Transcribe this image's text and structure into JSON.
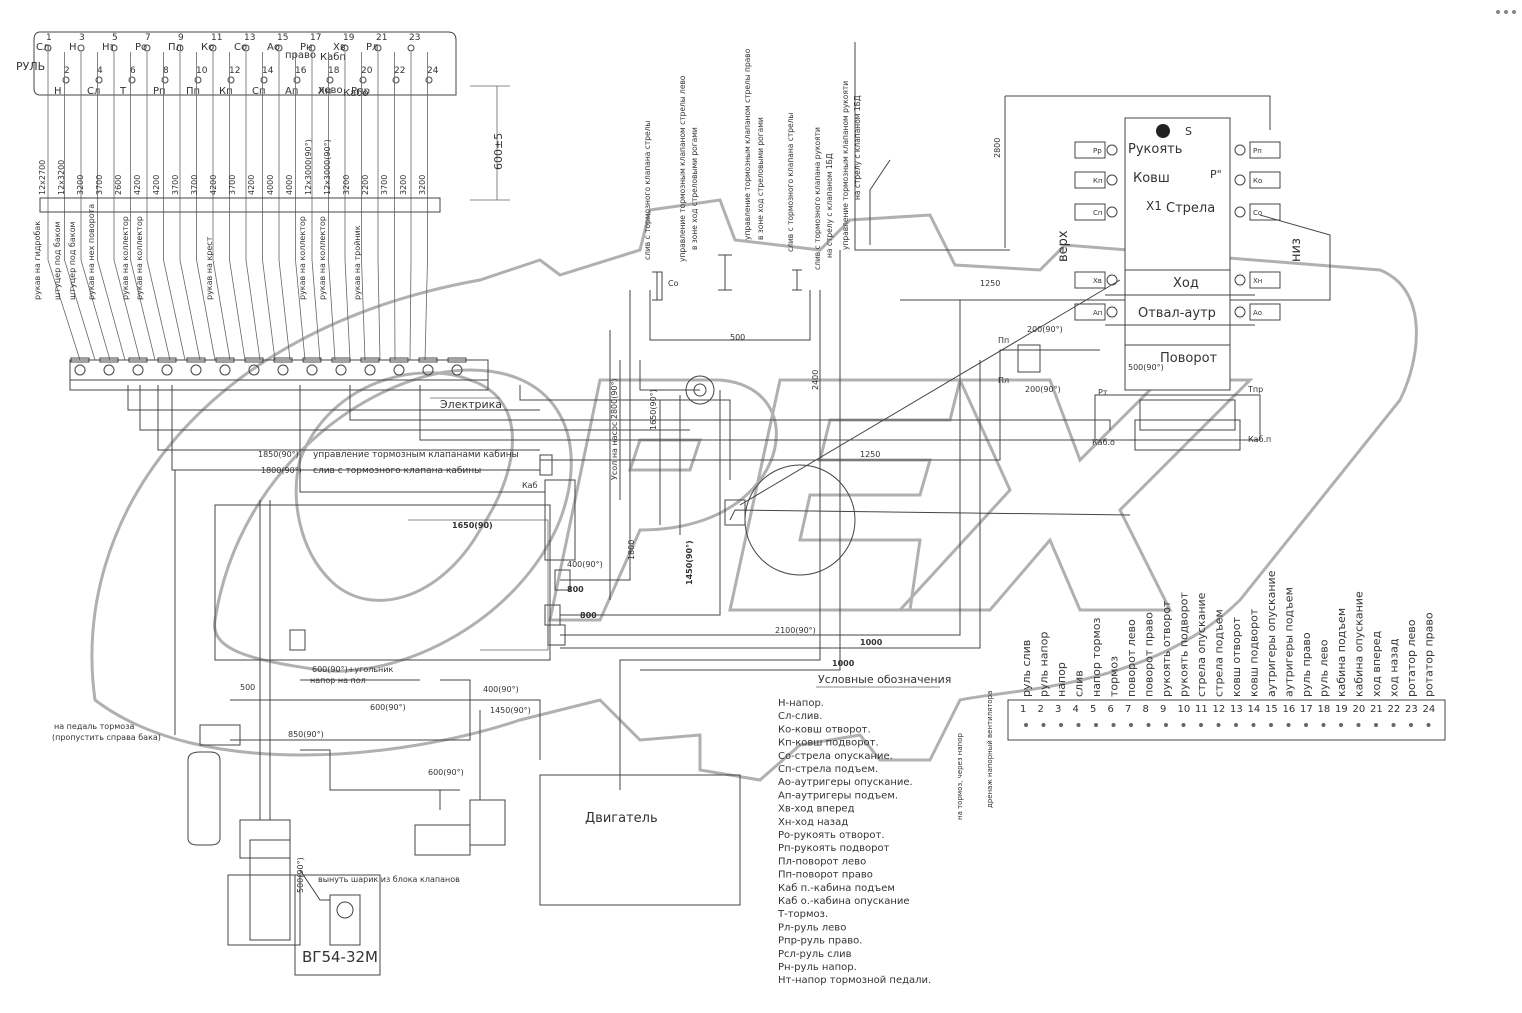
{
  "header": {
    "top_letters": [
      "Сл",
      "Н",
      "Нт",
      "Ро",
      "Пл",
      "Ко",
      "Со",
      "Ао",
      "Рн",
      "Хв",
      "Рл"
    ],
    "bottom_letters": [
      "Н",
      "Сл",
      "Т",
      "Рп",
      "Пп",
      "Кп",
      "Сп",
      "Ап",
      "Хн",
      "Рпр"
    ],
    "label_rul": "РУЛЬ",
    "numbers_top": [
      "1",
      "3",
      "5",
      "7",
      "9",
      "11",
      "13",
      "15",
      "17",
      "19",
      "21",
      "23"
    ],
    "numbers_bottom": [
      "2",
      "4",
      "6",
      "8",
      "10",
      "12",
      "14",
      "16",
      "18",
      "20",
      "22",
      "24"
    ],
    "kab_top": "Кабп",
    "kab_bottom": "Кабо",
    "pravo": "право",
    "levo": "лево"
  },
  "dimension_600": "600±5",
  "hose_lengths": [
    "12х2700",
    "12х3200",
    "3200",
    "3700",
    "2600",
    "4200",
    "4200",
    "3700",
    "3700",
    "4200",
    "3700",
    "4200",
    "4000",
    "4000",
    "12х3000(90°)",
    "12х3000(90°)",
    "3200",
    "2200",
    "3700",
    "3200",
    "3200"
  ],
  "hose_labels": [
    "рукав на гидробак",
    "штуцер под баком",
    "штуцер под баком",
    "рукав на нех поворота",
    "рукав на коллектор",
    "рукав на коллектор",
    "рукав на крест",
    "рукав на коллектор",
    "рукав на коллектор",
    "рукав на тройник"
  ],
  "vertical_notes": [
    "слив с тормозного клапана стрелы",
    "управление тормозным клапаном стрелы лево",
    "в зоне ход стреловыми рогами",
    "управление тормозным клапаном стрелы право",
    "в зоне ход стреловыми рогами",
    "слив с тормозного клапана стрелы",
    "слив с тормозного клапана рукояти",
    "на стрелу с клапаном 1БД",
    "управление тормозным клапаном рукояти",
    "на стрелу с клапаном 1БД"
  ],
  "valve_block": {
    "sections": [
      "Рукоять",
      "Ковш",
      "Стрела",
      "Ход",
      "Отвал-аутр",
      "Поворот"
    ],
    "verh": "верх",
    "niz": "низ",
    "s_label": "S",
    "p_label": "P\"",
    "x1_label": "X1",
    "left_ports": [
      "Рр",
      "Кп",
      "Сп",
      "Хв",
      "Ап"
    ],
    "right_ports": [
      "Рп",
      "Ко",
      "Со",
      "Хн",
      "Ао"
    ],
    "pp": "Пп",
    "pl": "Пл",
    "pt": "Рт",
    "tpr": "Тпр",
    "kab_o": "Каб.о",
    "kab_p": "Каб.п",
    "dim_200a": "200(90°)",
    "dim_200b": "200(90°)",
    "dim_500": "500(90°)",
    "dim_2800": "2800",
    "dim_1250a": "1250",
    "dim_1250b": "1250"
  },
  "electrics": "Электрика",
  "pipe_notes": {
    "upr_kab": "управление тормозным клапанами кабины",
    "sliv_kab": "слив с тормозного клапана кабины",
    "dim_1850": "1850(90°)",
    "dim_1800": "1800(90°)",
    "kab": "Каб",
    "dim_500a": "500",
    "dim_2800b": "Усол на насос 2800(90°)",
    "dim_1650": "1650(90)",
    "dim_1650b": "1650(90°)",
    "dim_1450": "1450(90°)",
    "dim_1800b": "1800",
    "dim_2400": "2400",
    "dim_400": "400(90°)",
    "dim_800a": "800",
    "dim_800b": "800",
    "dim_2100": "2100(90°)",
    "dim_1000a": "1000",
    "dim_1000b": "1000",
    "ugolnik": "600(90°)+угольник",
    "napor_pol": "напор на пол",
    "dim_500b": "500",
    "dim_400b": "400(90°)",
    "dim_600a": "600(90°)",
    "dim_1450b": "1450(90°)",
    "dim_850": "850(90°)",
    "dim_600b": "600(90°)",
    "dim_500c": "500(90°)",
    "pedal_note": "на педаль тормоза",
    "pedal_note2": "(пропустить справа бака)",
    "sharik_note": "вынуть шарик из блока клапанов",
    "pump_model": "ВГ54-32М",
    "co": "Со",
    "vert_napor": "на тормоз, через напор",
    "vert_napor2": "дренаж напорный вентилятора"
  },
  "engine": "Двигатель",
  "legend": {
    "title": "Условные обозначения",
    "items": [
      "Н-напор.",
      "Сл-слив.",
      "Ко-ковш отворот.",
      "Кп-ковш подворот.",
      "Со-стрела опускание.",
      "Сп-стрела подъем.",
      "Ао-аутригеры опускание.",
      "Ап-аутригеры подъем.",
      "Хв-ход вперед",
      "Хн-ход назад",
      "Ро-рукоять отворот.",
      "Рп-рукоять подворот",
      "Пл-поворот лево",
      "Пп-поворот право",
      "Каб п.-кабина подъем",
      "Каб о.-кабина опускание",
      "Т-тормоз.",
      "Рл-руль лево",
      "Рпр-руль право.",
      "Рсл-руль слив",
      "Рн-руль напор.",
      "Нт-напор тормозной педали."
    ]
  },
  "terminal_table": {
    "labels": [
      "руль слив",
      "руль напор",
      "напор",
      "слив",
      "напор тормоз",
      "тормоз",
      "поворот лево",
      "поворот право",
      "рукоять отворот",
      "рукоять подворот",
      "стрела опускание",
      "стрела подъем",
      "ковш отворот",
      "ковш подворот",
      "аутригеры опускание",
      "аутригеры подъем",
      "руль право",
      "руль лево",
      "кабина подъем",
      "кабина опускание",
      "ход вперед",
      "ход назад",
      "ротатор лево",
      "ротатор право"
    ],
    "numbers": [
      "1",
      "2",
      "3",
      "4",
      "5",
      "6",
      "7",
      "8",
      "9",
      "10",
      "11",
      "12",
      "13",
      "14",
      "15",
      "16",
      "17",
      "18",
      "19",
      "20",
      "21",
      "22",
      "23",
      "24"
    ]
  },
  "watermark": "OPEX"
}
